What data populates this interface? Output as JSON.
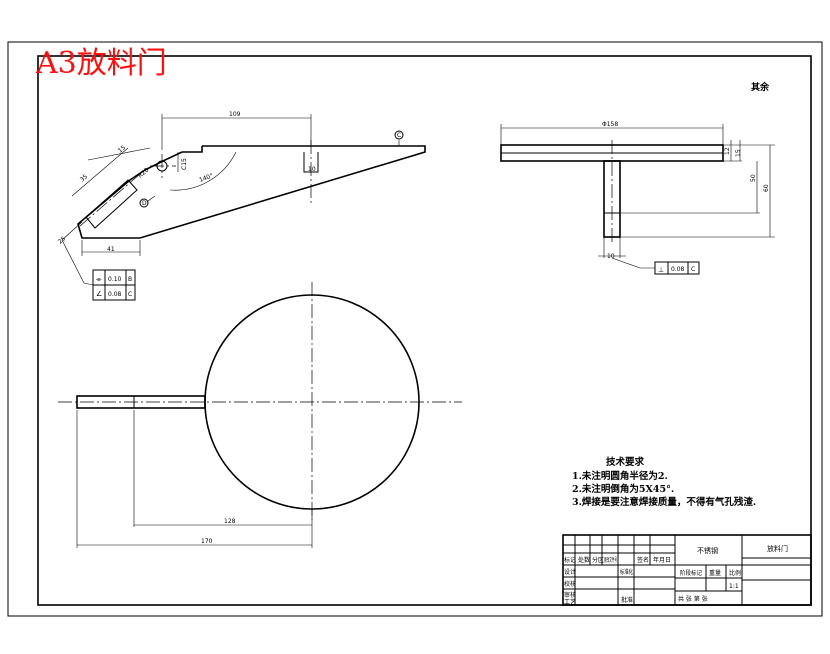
{
  "header": {
    "stamp": "A3放料门"
  },
  "roughness_note": "其余",
  "view_side": {
    "dims": {
      "top_length": "109",
      "chamfer": "R20",
      "width_15": "15",
      "len_35": "35",
      "len_25": "25",
      "bottom_41": "41",
      "small_10": "10",
      "c15": "C15",
      "angle": "140°"
    },
    "callouts": {
      "c": "C",
      "d": "D"
    }
  },
  "view_front": {
    "dims": {
      "diameter": "Φ158",
      "top_12": "12",
      "top_15": "15",
      "height_50": "50",
      "height_60": "60",
      "bottom_10": "10"
    },
    "perpendicularity": {
      "symbol": "⊥",
      "value": "0.08",
      "datum": "C"
    }
  },
  "tolerance_frame": [
    {
      "symbol": "⌯",
      "value": "0.10",
      "datum": "B"
    },
    {
      "symbol": "∠",
      "value": "0.08",
      "datum": "C"
    }
  ],
  "view_top": {
    "dims": {
      "len_128": "128",
      "len_170": "170"
    }
  },
  "tech_requirements": {
    "title": "技术要求",
    "items": [
      "1.未注明圆角半径为2.",
      "2.未注明倒角为5X45°.",
      "3.焊接是要注意焊接质量，不得有气孔残渣."
    ]
  },
  "title_block": {
    "material": "不锈钢",
    "part_name": "放料门",
    "headers": [
      "标记",
      "处数",
      "分区",
      "更改文件号",
      "签名",
      "年月日"
    ],
    "left_rows": [
      "设计",
      "校核",
      "审核",
      "工艺"
    ],
    "mid_rows": [
      "标准化",
      "",
      "",
      "批准"
    ],
    "stage_labels": [
      "阶段标记",
      "重量",
      "比例"
    ],
    "scale": "1:1",
    "sheets": "共 张 第 张"
  }
}
